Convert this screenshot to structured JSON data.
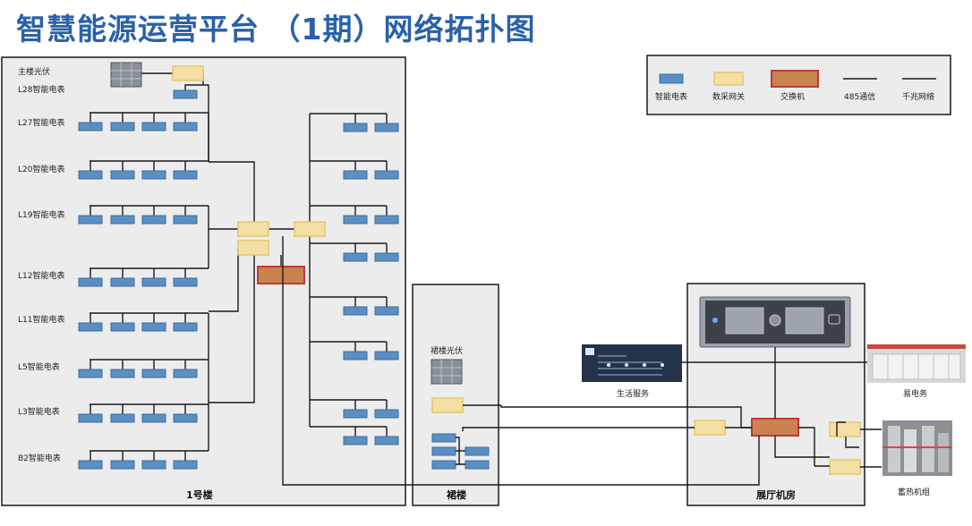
{
  "title": "智慧能源运营平台 （1期）网络拓扑图",
  "legend": {
    "meter": "智能电表",
    "gateway": "数采网关",
    "switch": "交换机",
    "rs485": "485通信",
    "gigabit": "千兆网络"
  },
  "building1": {
    "name": "1号楼",
    "rows": [
      {
        "label": "主楼光伏"
      },
      {
        "label": "L28智能电表"
      },
      {
        "label": "L27智能电表"
      },
      {
        "label": "L20智能电表"
      },
      {
        "label": "L19智能电表"
      },
      {
        "label": "L12智能电表"
      },
      {
        "label": "L11智能电表"
      },
      {
        "label": "L5智能电表"
      },
      {
        "label": "L3智能电表"
      },
      {
        "label": "B2智能电表"
      }
    ]
  },
  "podium": {
    "name": "裙楼",
    "pv_label": "裙楼光伏"
  },
  "hall": {
    "name": "展厅机房"
  },
  "external": {
    "life_service": "生活服务",
    "power_service": "易电务",
    "heat_storage": "蓄热机组"
  },
  "colors": {
    "title": "#2a62a8",
    "meter": "#5b8fc4",
    "gateway": "#f4dfa4",
    "switch": "#c8834f",
    "switch_border": "#c0393a"
  }
}
